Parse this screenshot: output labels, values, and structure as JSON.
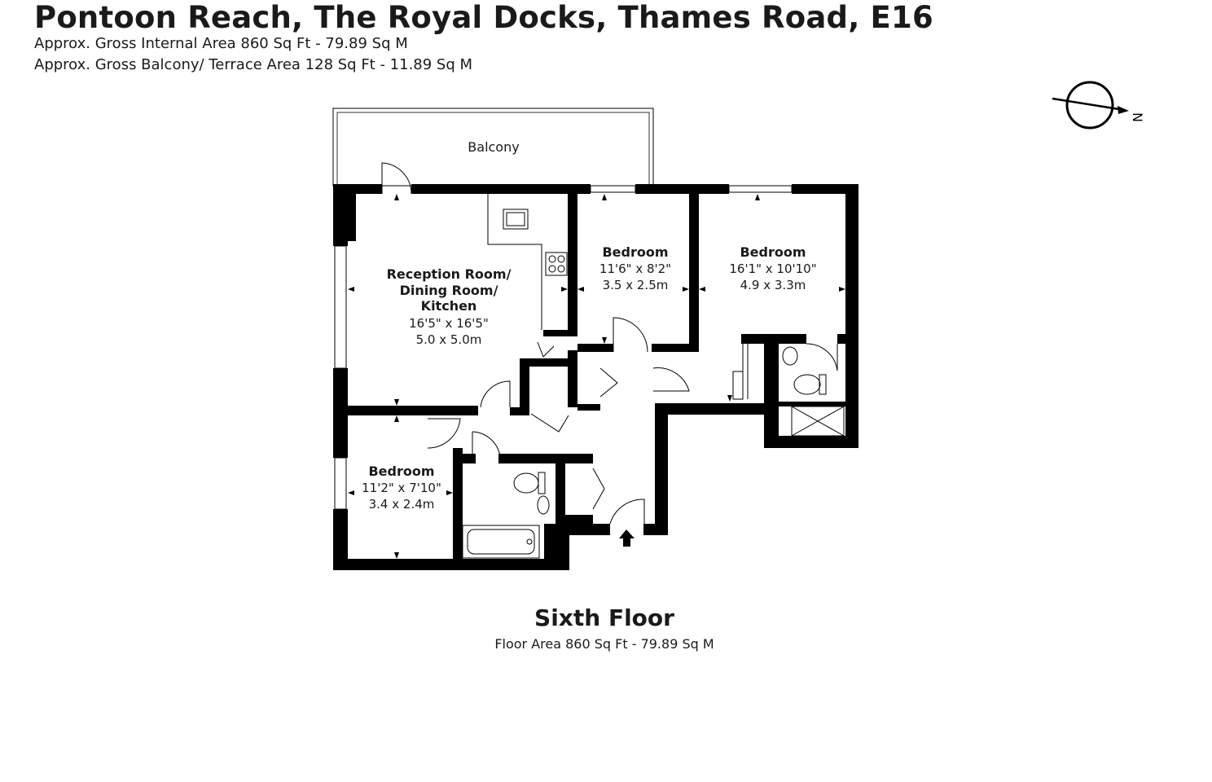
{
  "header": {
    "title": "Pontoon Reach, The Royal Docks, Thames Road, E16",
    "gross_internal_area": "Approx. Gross Internal Area 860 Sq Ft - 79.89 Sq M",
    "gross_balcony_area": "Approx. Gross Balcony/ Terrace Area 128 Sq Ft - 11.89 Sq M"
  },
  "compass": {
    "label": "N",
    "icon": "north-compass-icon"
  },
  "rooms": {
    "balcony": {
      "name": "Balcony"
    },
    "reception": {
      "name_line1": "Reception Room/",
      "name_line2": "Dining Room/",
      "name_line3": "Kitchen",
      "imperial": "16'5\" x 16'5\"",
      "metric": "5.0 x 5.0m"
    },
    "bedroom_middle": {
      "name": "Bedroom",
      "imperial": "11'6\" x 8'2\"",
      "metric": "3.5 x 2.5m"
    },
    "bedroom_right": {
      "name": "Bedroom",
      "imperial": "16'1\" x 10'10\"",
      "metric": "4.9 x 3.3m"
    },
    "bedroom_left": {
      "name": "Bedroom",
      "imperial": "11'2\" x 7'10\"",
      "metric": "3.4 x 2.4m"
    }
  },
  "footer": {
    "floor_label": "Sixth Floor",
    "floor_area": "Floor Area 860 Sq Ft - 79.89 Sq M"
  }
}
